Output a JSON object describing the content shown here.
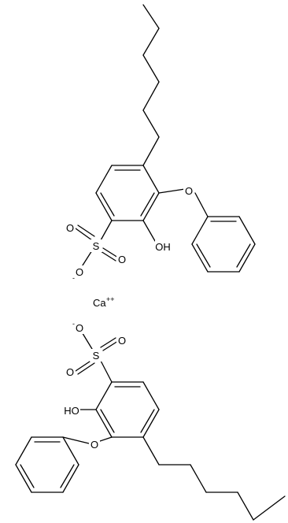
{
  "structure": {
    "upper": {
      "sulfur": "S",
      "oxygen_double_a": "O",
      "oxygen_double_b": "O",
      "oxygen_anion": "O",
      "anion_charge": "-",
      "hydroxyl": "OH",
      "ether_oxygen": "O"
    },
    "counter_ion": {
      "element": "Ca",
      "charge": "++"
    },
    "lower": {
      "sulfur": "S",
      "oxygen_double_a": "O",
      "oxygen_double_b": "O",
      "oxygen_anion": "O",
      "anion_charge": "-",
      "hydroxyl": "HO",
      "ether_oxygen": "O"
    }
  }
}
